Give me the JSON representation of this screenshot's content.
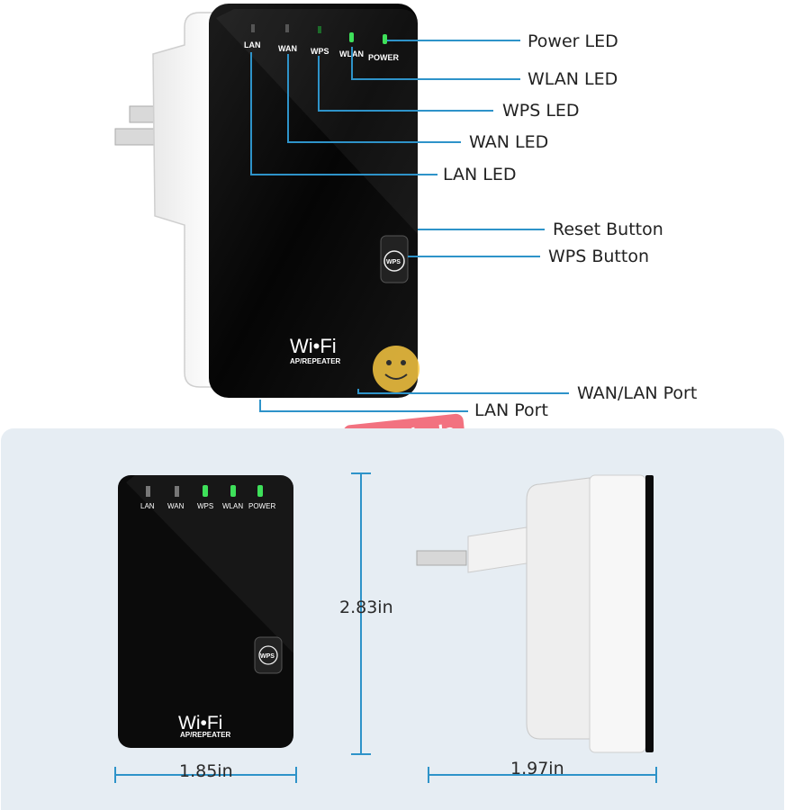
{
  "device": {
    "led_labels": [
      "LAN",
      "WAN",
      "WPS",
      "WLAN",
      "POWER"
    ],
    "wps_button_text": "WPS",
    "logo_text": "Wi•Fi",
    "logo_subtext": "AP/REPEATER"
  },
  "callouts": {
    "power_led": "Power LED",
    "wlan_led": "WLAN LED",
    "wps_led": "WPS LED",
    "wan_led": "WAN LED",
    "lan_led": "LAN LED",
    "reset_button": "Reset Button",
    "wps_button": "WPS Button",
    "wan_lan_port": "WAN/LAN Port",
    "lan_port": "LAN Port"
  },
  "watermark": {
    "text": "Wisedeals"
  },
  "dimensions": {
    "height": "2.83in",
    "width": "1.85in",
    "depth": "1.97in"
  },
  "colors": {
    "callout_line": "#2e93c9",
    "led_green": "#3ee05a",
    "device_black": "#0b0b0b",
    "panel_bg": "#e6edf3",
    "watermark": "#f05a6a"
  }
}
